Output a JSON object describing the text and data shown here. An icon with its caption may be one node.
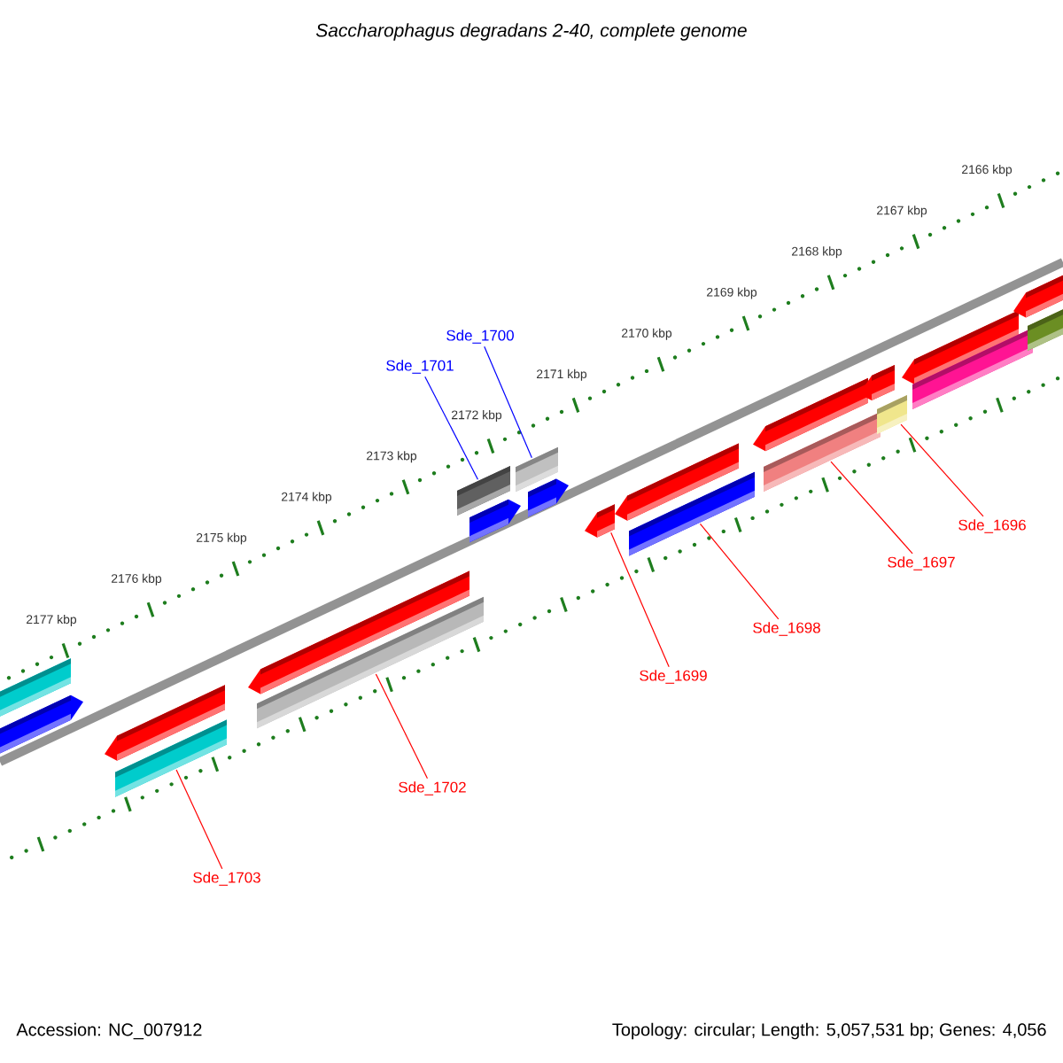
{
  "diagram": {
    "title": "Saccharophagus degradans 2-40, complete genome",
    "nodes": [
      {
        "text": [],
        "shape": "bar"
      },
      {
        "text": [],
        "shape": "arrow"
      },
      {
        "text": [],
        "shape": "arrow"
      },
      {
        "text": [],
        "shape": "bar"
      },
      {
        "text": [],
        "shape": "arrow"
      },
      {
        "text": [],
        "shape": "bar"
      },
      {
        "text": [],
        "shape": "bar"
      },
      {
        "text": [],
        "shape": "bar"
      },
      {
        "text": [],
        "shape": "arrow"
      },
      {
        "text": [],
        "shape": "arrow"
      },
      {
        "text": [],
        "shape": "arrow"
      },
      {
        "text": [],
        "shape": "arrow"
      },
      {
        "text": [],
        "shape": "bar"
      },
      {
        "text": [],
        "shape": "arrow"
      },
      {
        "text": [],
        "shape": "bar"
      },
      {
        "text": [],
        "shape": "bar"
      },
      {
        "text": [],
        "shape": "arrow"
      },
      {
        "text": [],
        "shape": "arrow"
      },
      {
        "text": [],
        "shape": "bar"
      },
      {
        "text": [],
        "shape": "arrow"
      },
      {
        "text": [],
        "shape": "bar"
      },
      {
        "text": [
          "Sde_1700"
        ]
      },
      {
        "text": [
          "Sde_1701"
        ]
      },
      {
        "text": [
          "Sde_1696"
        ]
      },
      {
        "text": [
          "Sde_1697"
        ]
      },
      {
        "text": [
          "Sde_1698"
        ]
      },
      {
        "text": [
          "Sde_1699"
        ]
      },
      {
        "text": [
          "Sde_1702"
        ]
      },
      {
        "text": [
          "Sde_1703"
        ]
      }
    ],
    "edges": [
      {
        "from": 21,
        "to": 7,
        "arrow": "none",
        "color": "#0000ff"
      },
      {
        "from": 22,
        "to": 6,
        "arrow": "none",
        "color": "#0000ff"
      },
      {
        "from": 23,
        "to": 15,
        "arrow": "none"
      },
      {
        "from": 24,
        "to": 14,
        "arrow": "none"
      },
      {
        "from": 25,
        "to": 12,
        "arrow": "none"
      },
      {
        "from": 26,
        "to": 10,
        "arrow": "none"
      },
      {
        "from": 27,
        "to": 5,
        "arrow": "none"
      },
      {
        "from": 28,
        "to": 3,
        "arrow": "none"
      }
    ],
    "labels": [
      "2166 kbp",
      "2167 kbp",
      "2168 kbp",
      "2169 kbp",
      "2170 kbp",
      "2171 kbp",
      "2172 kbp",
      "2173 kbp",
      "2174 kbp",
      "2175 kbp",
      "2176 kbp",
      "2177 kbp",
      "Accession: NC_007912",
      "Topology: circular; Length: 5,057,531 bp; Genes: 4,056"
    ]
  }
}
